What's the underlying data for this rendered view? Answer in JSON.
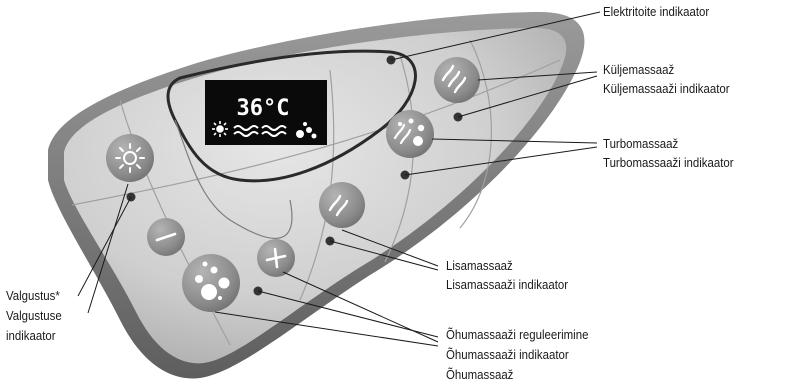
{
  "display": {
    "temperature": "36°C"
  },
  "labels": {
    "power_indicator": "Elektritoite indikaator",
    "side_massage": "Küljemassaaž",
    "side_massage_indicator": "Küljemassaaži indikaator",
    "turbo_massage": "Turbomassaaž",
    "turbo_massage_indicator": "Turbomassaaži indikaator",
    "extra_massage": "Lisamassaaž",
    "extra_massage_indicator": "Lisamassaaži indikaator",
    "air_massage_control": "Õhumassaaži reguleerimine",
    "air_massage_indicator": "Õhumassaaži indikaator",
    "air_massage": "Õhumassaaž",
    "lighting": "Valgustus*",
    "lighting_indicator_line1": "Valgustuse",
    "lighting_indicator_line2": "indikaator"
  },
  "icons": {
    "light": "sun-icon",
    "minus": "minus-icon",
    "plus": "plus-icon",
    "air": "bubbles-icon",
    "waves": "waves-icon",
    "turbo": "turbo-waves-bubbles-icon"
  },
  "colors": {
    "panel_outer": "#7a7a7a",
    "panel_inner": "#c9c9c9",
    "button": "#8d8d8d",
    "display_bg": "#0a0a0a",
    "display_text": "#ffffff",
    "led": "#333333"
  }
}
